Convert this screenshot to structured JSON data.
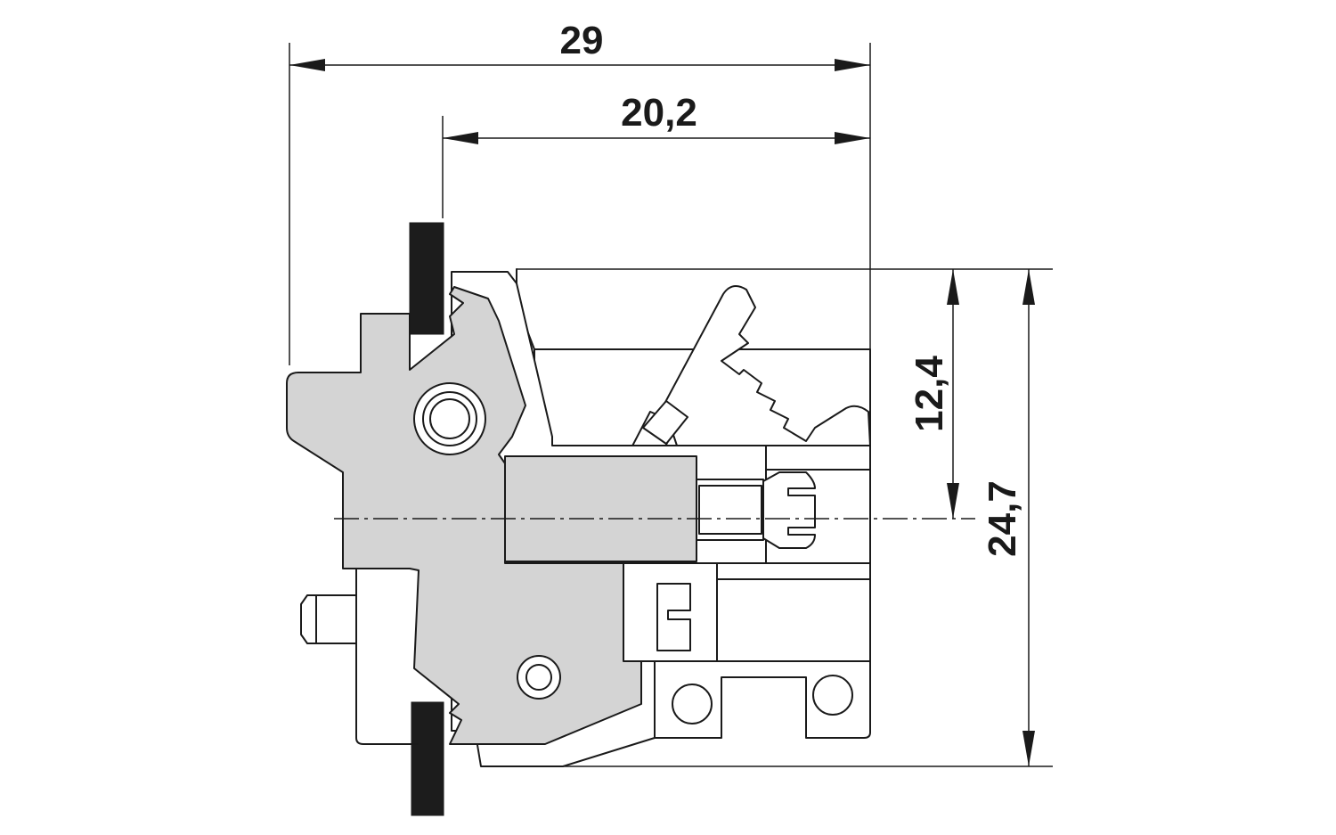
{
  "drawing": {
    "dimensions": {
      "total_width": "29",
      "inner_width": "20,2",
      "half_height": "12,4",
      "total_height": "24,7"
    },
    "colors": {
      "line": "#1a1a1a",
      "housing_fill": "#d4d4d4",
      "panel_fill": "#1c1c1c",
      "background": "#ffffff"
    }
  }
}
